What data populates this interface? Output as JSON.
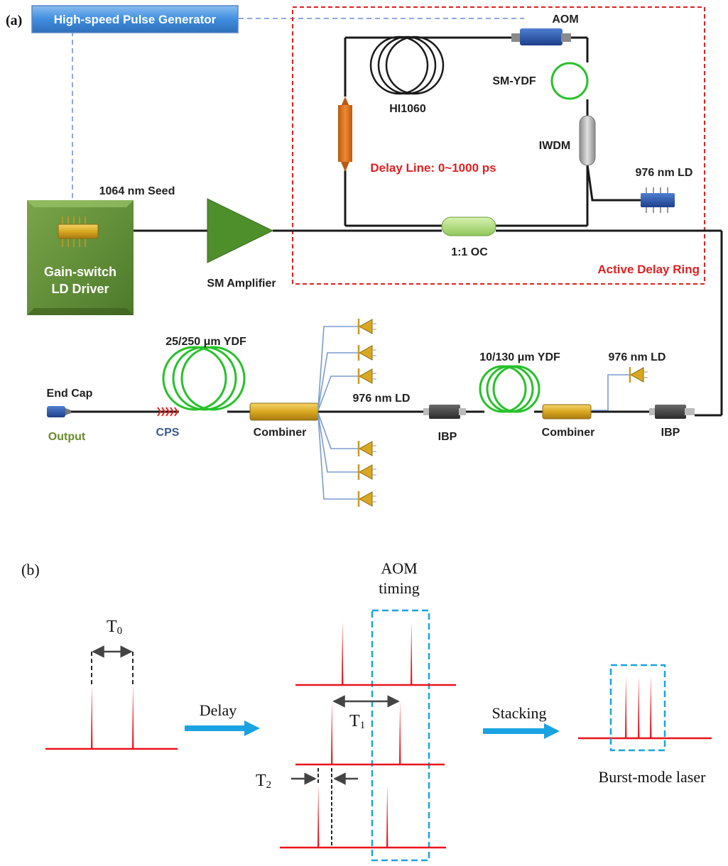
{
  "panel_a": {
    "label": "(a)",
    "pulse_generator": "High-speed Pulse Generator",
    "seed": "1064 nm Seed",
    "driver_line1": "Gain-switch",
    "driver_line2": "LD Driver",
    "sm_amplifier": "SM Amplifier",
    "aom": "AOM",
    "hi1060": "HI1060",
    "sm_ydf": "SM-YDF",
    "iwdm": "IWDM",
    "ld_976_ring": "976 nm LD",
    "delay_line": "Delay Line:  0~1000 ps",
    "oc": "1:1 OC",
    "active_delay_ring": "Active Delay Ring",
    "ydf_25_250": "25/250 μm YDF",
    "end_cap": "End Cap",
    "output": "Output",
    "cps": "CPS",
    "combiner_main": "Combiner",
    "ld_976_main": "976 nm LD",
    "ibp_left": "IBP",
    "ydf_10_130": "10/130 μm YDF",
    "ld_976_pre": "976 nm LD",
    "combiner_pre": "Combiner",
    "ibp_right": "IBP",
    "colors": {
      "fiber": "#1a1a1a",
      "active_fiber": "#27c12a",
      "ring_border": "#e02020",
      "pulse": "#e8141a",
      "arrow": "#1aa3e0"
    }
  },
  "panel_b": {
    "label": "(b)",
    "t0": "T",
    "t0_sub": "0",
    "delay": "Delay",
    "aom_timing_line1": "AOM",
    "aom_timing_line2": "timing",
    "t1": "T",
    "t1_sub": "1",
    "t2": "T",
    "t2_sub": "2",
    "stacking": "Stacking",
    "burst_mode_laser": "Burst-mode laser"
  }
}
